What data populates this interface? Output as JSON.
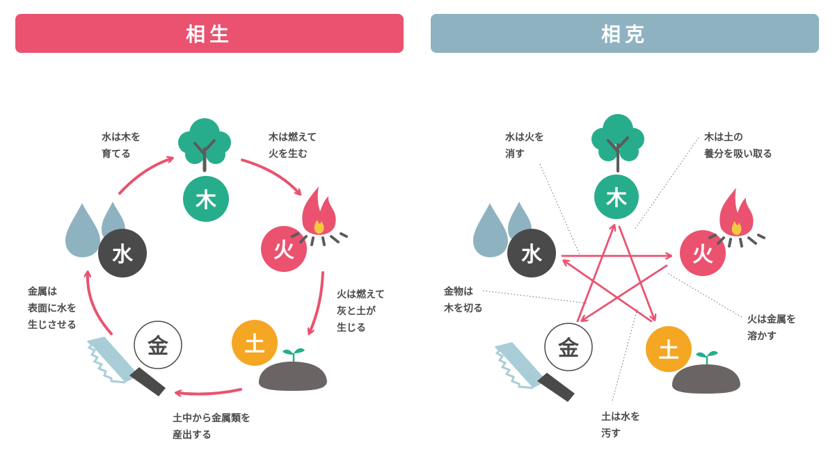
{
  "left_title": "相生",
  "right_title": "相克",
  "colors": {
    "wood": "#27ad8c",
    "fire": "#ea526f",
    "earth": "#f5a623",
    "metal": "#ffffff",
    "water": "#4a4a4a",
    "water_drop": "#8fb2c1",
    "arrow": "#ea526f"
  },
  "elements": {
    "wood": "木",
    "fire": "火",
    "earth": "土",
    "metal": "金",
    "water": "水"
  },
  "icons": [
    "tree-icon",
    "flame-icon",
    "sprout-soil-icon",
    "saw-icon",
    "water-drops-icon"
  ],
  "sosei_labels": {
    "water_wood": [
      "水は木を",
      "育てる"
    ],
    "wood_fire": [
      "木は燃えて",
      "火を生む"
    ],
    "fire_earth": [
      "火は燃えて",
      "灰と土が",
      "生じる"
    ],
    "earth_metal": [
      "土中から金属類を",
      "産出する"
    ],
    "metal_water": [
      "金属は",
      "表面に水を",
      "生じさせる"
    ]
  },
  "sokoku_labels": {
    "water_fire": [
      "水は火を",
      "消す"
    ],
    "wood_earth": [
      "木は土の",
      "養分を吸い取る"
    ],
    "metal_wood": [
      "金物は",
      "木を切る"
    ],
    "fire_metal": [
      "火は金属を",
      "溶かす"
    ],
    "earth_water": [
      "土は水を",
      "汚す"
    ]
  }
}
